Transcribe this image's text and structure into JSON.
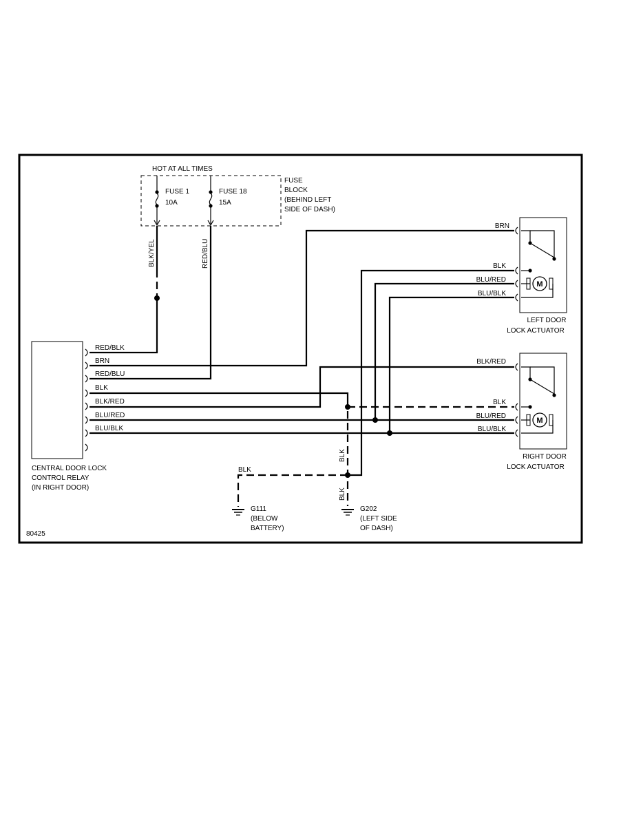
{
  "diagram_id": "80425",
  "power": {
    "label": "HOT AT ALL TIMES"
  },
  "fuse_block": {
    "title_1": "FUSE",
    "title_2": "BLOCK",
    "location_1": "(BEHIND LEFT",
    "location_2": "SIDE OF DASH)",
    "fuses": [
      {
        "name": "FUSE 1",
        "rating": "10A"
      },
      {
        "name": "FUSE 18",
        "rating": "15A"
      }
    ]
  },
  "vertical_wires": {
    "fuse1": "BLK/YEL",
    "fuse18": "RED/BLU",
    "g202_upper": "BLK",
    "g202_lower": "BLK"
  },
  "relay": {
    "line1": "CENTRAL DOOR LOCK",
    "line2": "CONTROL RELAY",
    "line3": "(IN RIGHT DOOR)",
    "pins": [
      "RED/BLK",
      "BRN",
      "RED/BLU",
      "BLK",
      "BLK/RED",
      "BLU/RED",
      "BLU/BLK"
    ]
  },
  "left_actuator": {
    "line1": "LEFT DOOR",
    "line2": "LOCK ACTUATOR",
    "pins": [
      "BRN",
      "BLK",
      "BLU/RED",
      "BLU/BLK"
    ],
    "motor": "M"
  },
  "right_actuator": {
    "line1": "RIGHT DOOR",
    "line2": "LOCK ACTUATOR",
    "pins": [
      "BLK/RED",
      "BLK",
      "BLU/RED",
      "BLU/BLK"
    ],
    "motor": "M"
  },
  "ground_wire": "BLK",
  "grounds": [
    {
      "name": "G111",
      "loc1": "(BELOW",
      "loc2": "BATTERY)"
    },
    {
      "name": "G202",
      "loc1": "(LEFT SIDE",
      "loc2": "OF DASH)"
    }
  ]
}
